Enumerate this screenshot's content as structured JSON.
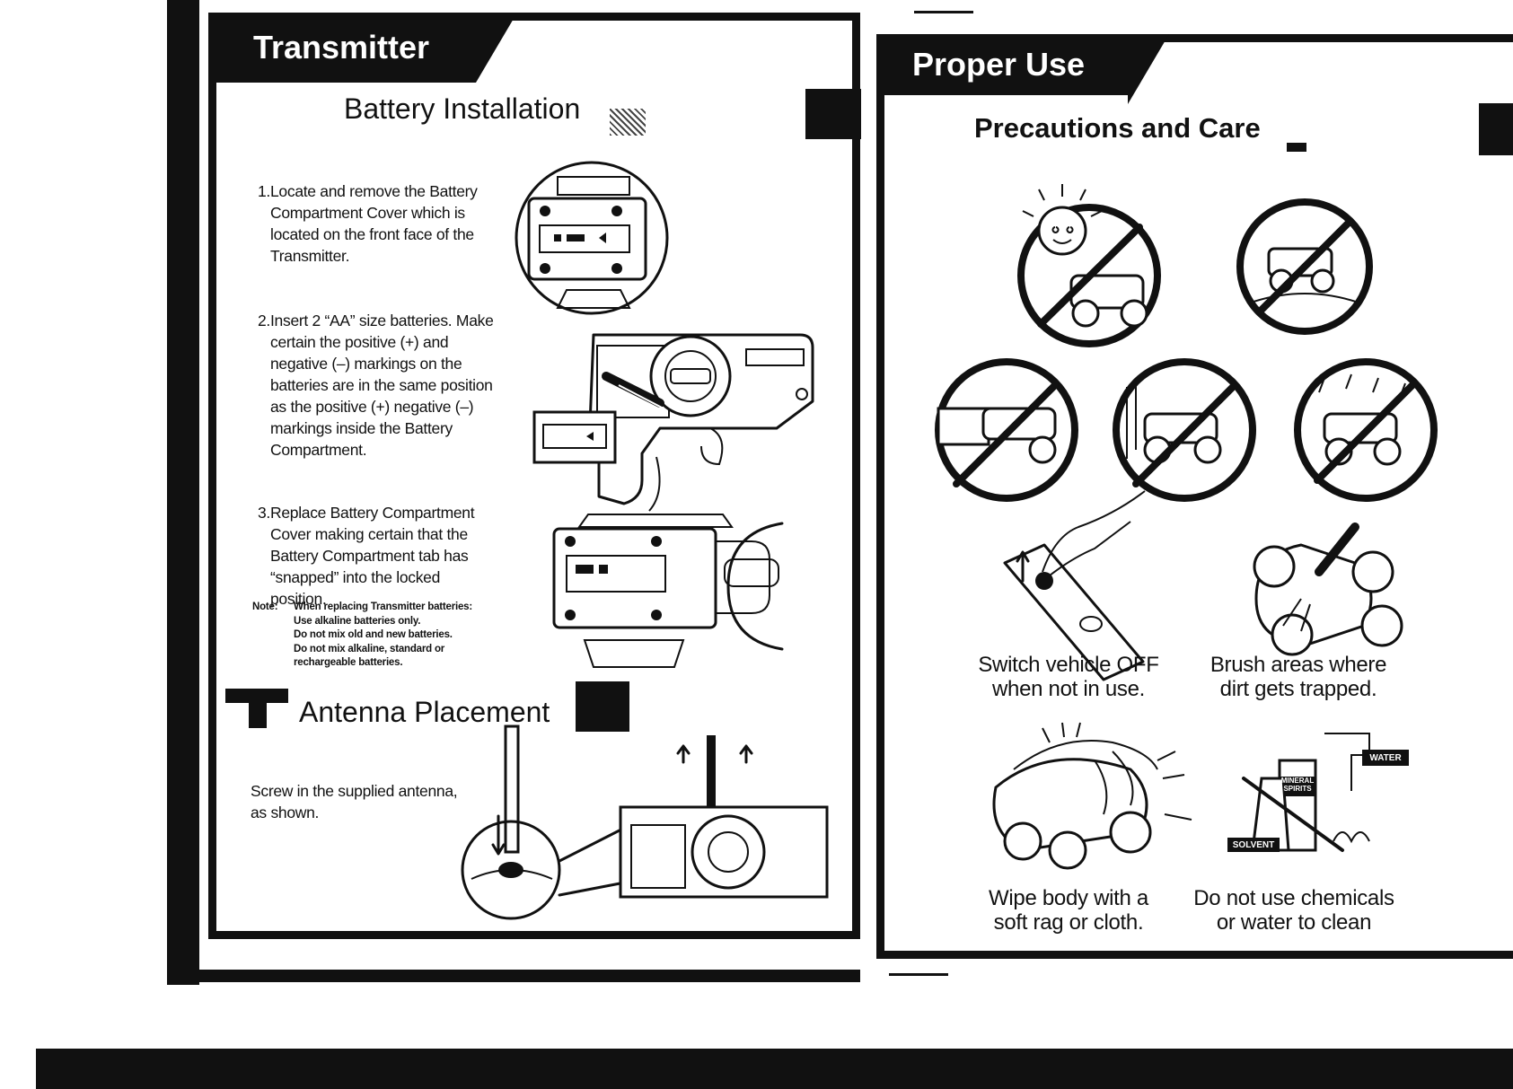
{
  "left": {
    "tab_title": "Transmitter",
    "battery_heading": "Battery Installation",
    "steps": [
      {
        "num": "1.",
        "text": "Locate and remove the Battery Compartment Cover which is located on the front face of the Transmitter."
      },
      {
        "num": "2.",
        "text": "Insert 2 “AA” size batteries. Make certain the positive (+) and negative (–) markings on the batteries are in the same position as the positive (+) negative (–) markings inside the Battery Compartment."
      },
      {
        "num": "3.",
        "text": "Replace Battery Compartment Cover making certain that the Battery Compartment tab has “snapped” into the locked position."
      }
    ],
    "note_label": "Note:",
    "note_lines": [
      "When replacing Transmitter batteries:",
      "Use alkaline batteries only.",
      "Do not mix old and new batteries.",
      "Do not mix alkaline, standard or",
      "rechargeable batteries."
    ],
    "antenna_heading": "Antenna Placement",
    "antenna_text": "Screw in the supplied antenna, as shown."
  },
  "right": {
    "tab_title": "Proper Use",
    "precautions_heading": "Precautions and Care",
    "captions": {
      "switch_off": [
        "Switch vehicle OFF",
        "when not in use."
      ],
      "brush": [
        "Brush areas where",
        "dirt gets trapped."
      ],
      "wipe": [
        "Wipe body with a",
        "soft rag or cloth."
      ],
      "chemicals": [
        "Do not use chemicals",
        "or water to clean"
      ]
    },
    "bottle_labels": {
      "mineral": [
        "MINERAL",
        "SPIRITS"
      ],
      "water": "WATER",
      "solvent": "SOLVENT"
    }
  }
}
